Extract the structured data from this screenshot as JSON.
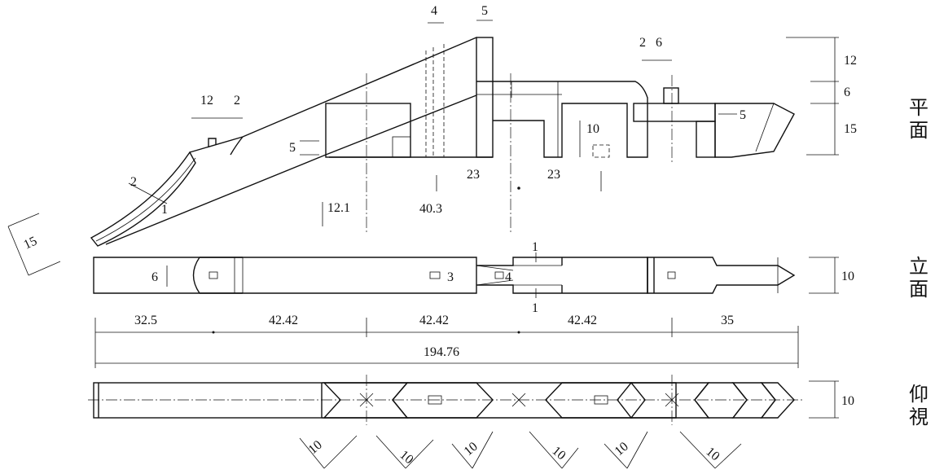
{
  "views": {
    "plan": "平\n面",
    "elevation": "立\n面",
    "bottom": "仰\n視"
  },
  "plan_dims": {
    "d_12_left": "12",
    "d_2_left": "2",
    "d_2_curve": "2",
    "d_1_curve": "1",
    "d_15_angle": "15",
    "d_5_left": "5",
    "d_4_top": "4",
    "d_5_top": "5",
    "d_2_top_right": "2",
    "d_6_top_right": "6",
    "d_10_mid": "10",
    "d_5_right": "5",
    "d_12_side": "12",
    "d_6_side": "6",
    "d_15_side": "15",
    "d_23_a": "23",
    "d_23_b": "23",
    "d_12_1": "12.1",
    "d_40_3": "40.3"
  },
  "elevation_dims": {
    "d_6": "6",
    "d_3": "3",
    "d_4": "4",
    "d_1_top": "1",
    "d_1_bottom": "1",
    "d_10": "10"
  },
  "overall_dims": {
    "seg1": "32.5",
    "seg2": "42.42",
    "seg3": "42.42",
    "seg4": "42.42",
    "seg5": "35",
    "total": "194.76"
  },
  "bottom_dims": {
    "d_10_side": "10",
    "d_10_a": "10",
    "d_10_b": "10",
    "d_10_c": "10",
    "d_10_d": "10",
    "d_10_e": "10",
    "d_10_f": "10"
  }
}
